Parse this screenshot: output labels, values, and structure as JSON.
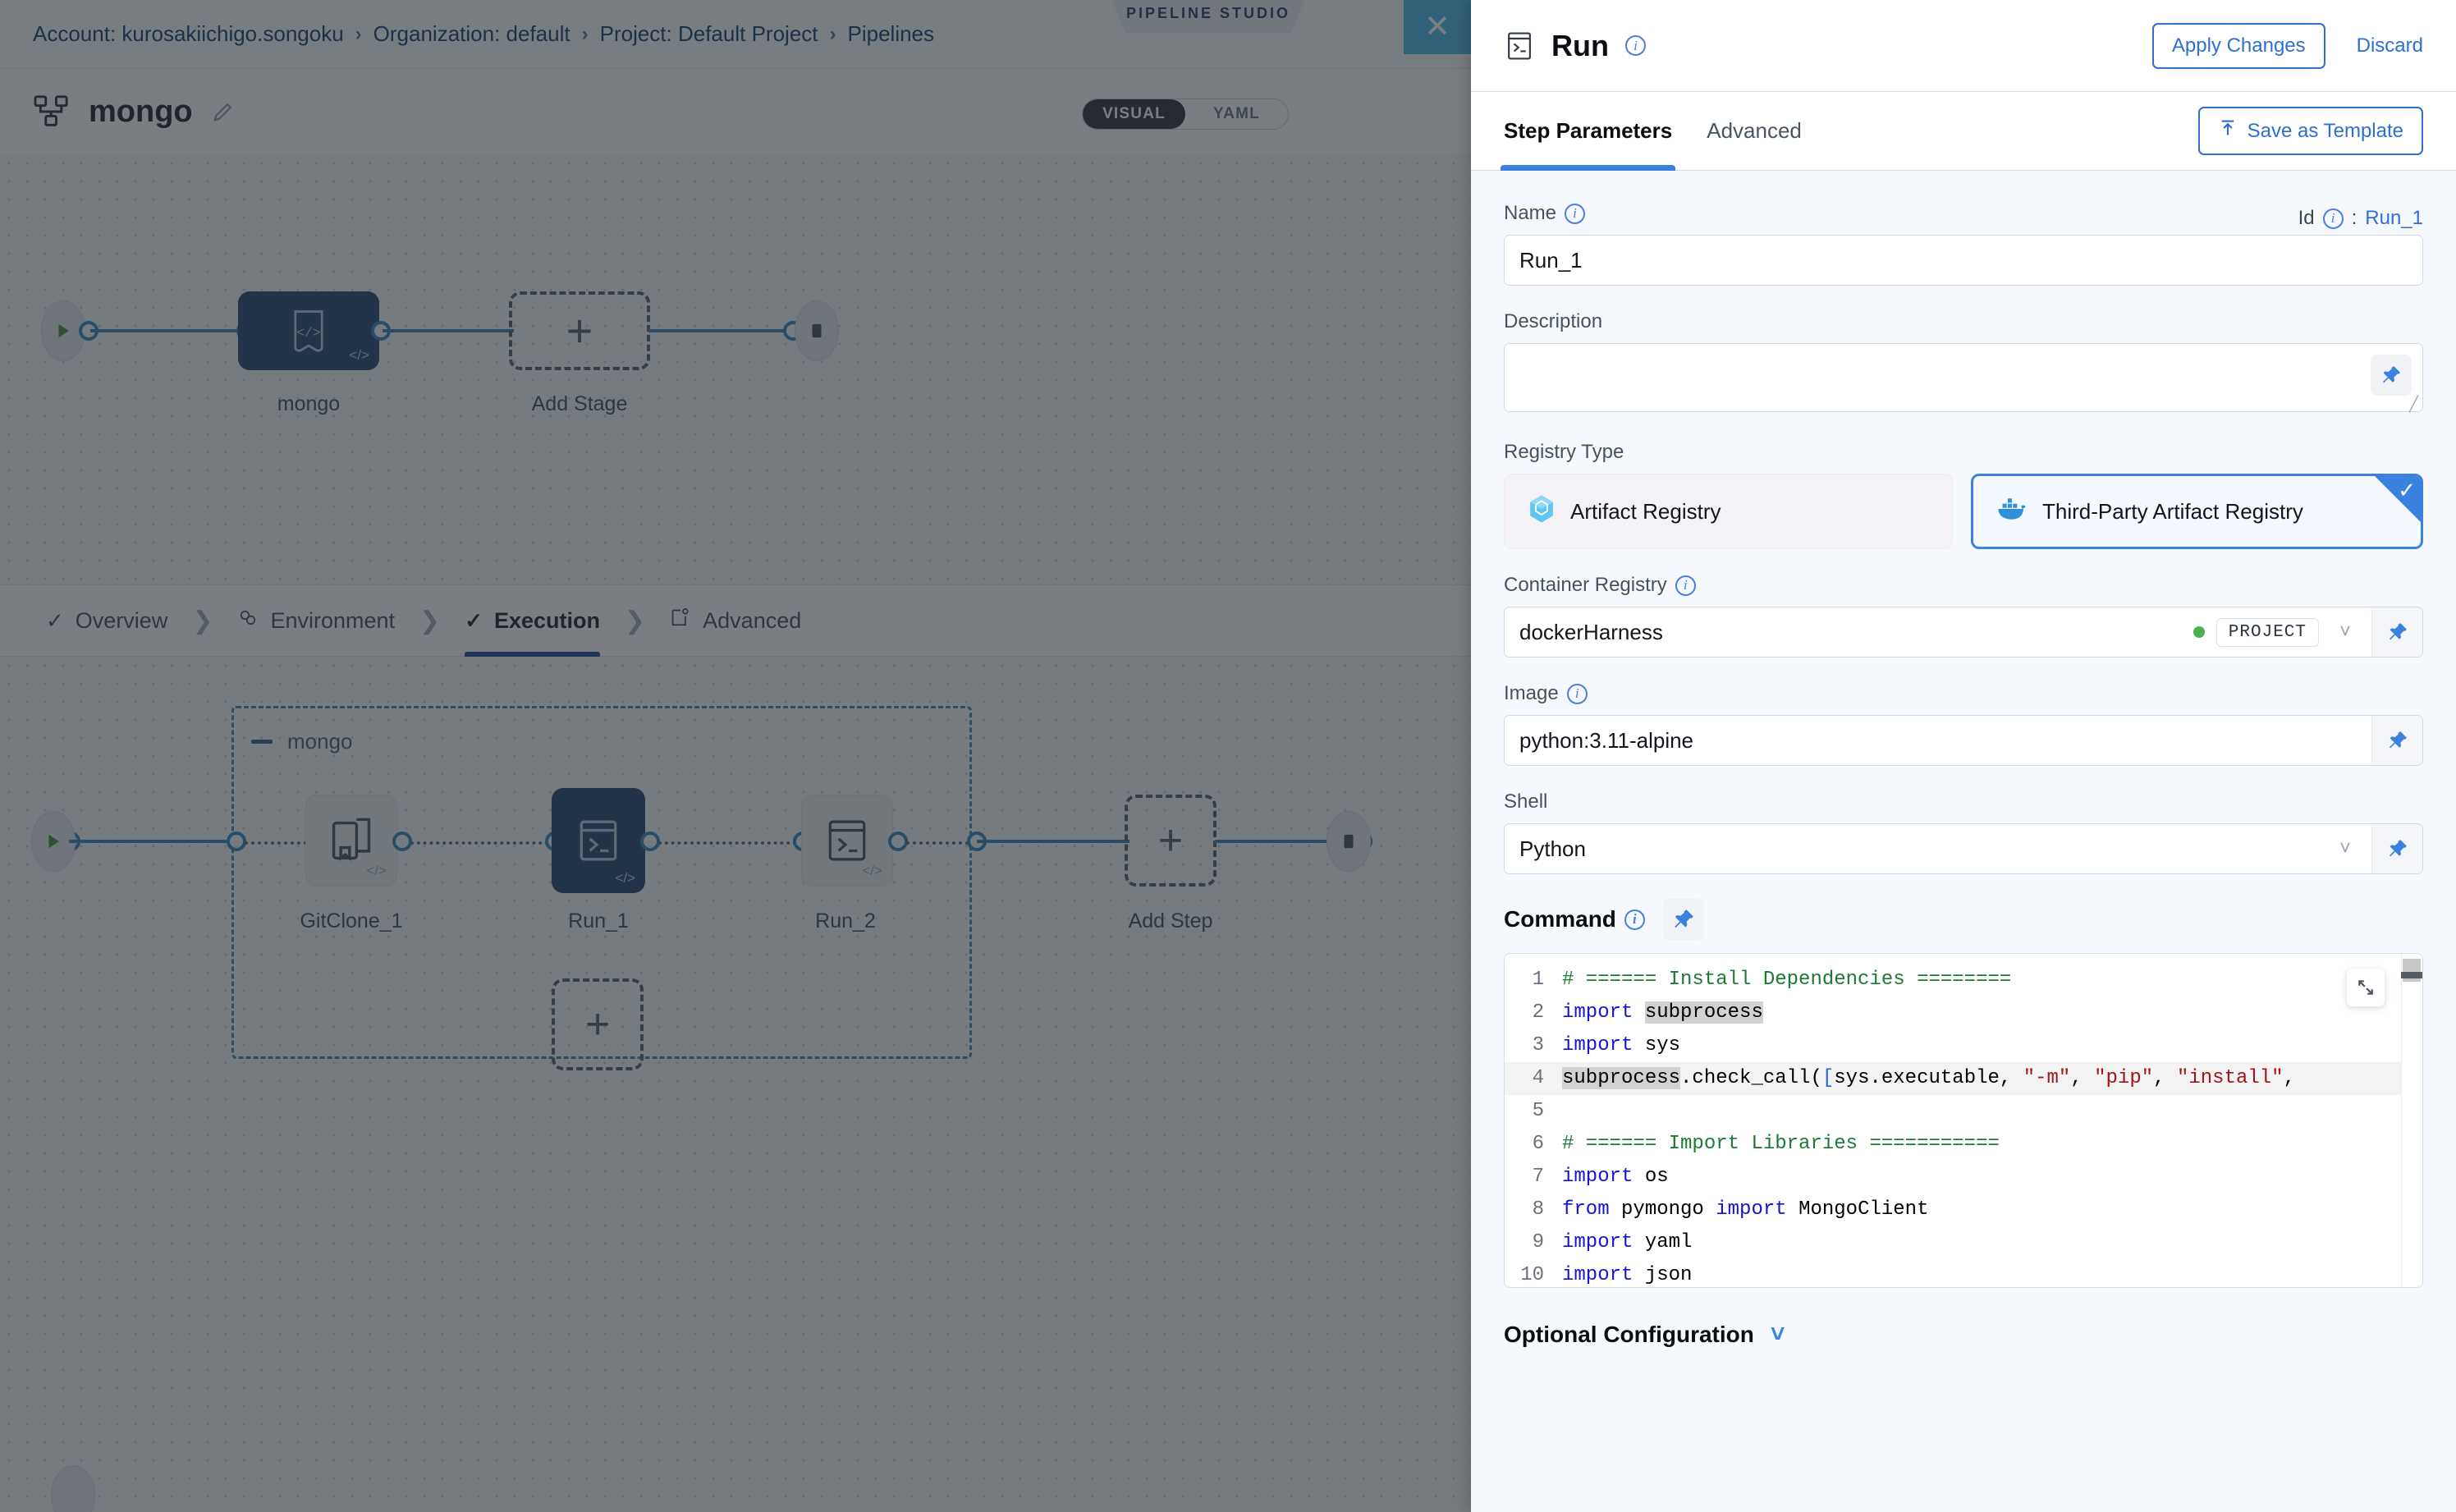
{
  "studio": {
    "breadcrumb": [
      {
        "label": "Account: kurosakiichigo.songoku"
      },
      {
        "label": "Organization: default"
      },
      {
        "label": "Project: Default Project"
      },
      {
        "label": "Pipelines"
      }
    ],
    "badge": "PIPELINE STUDIO",
    "close_label": "✕",
    "pipeline_name": "mongo",
    "view_toggle": {
      "visual": "VISUAL",
      "yaml": "YAML",
      "selected": "VISUAL"
    },
    "stage_graph": {
      "stage_label": "mongo",
      "add_stage_label": "Add Stage",
      "add_icon": "+"
    },
    "tabs": [
      {
        "label": "Overview",
        "icon": "check-icon",
        "active": false
      },
      {
        "label": "Environment",
        "icon": "environment-icon",
        "active": false
      },
      {
        "label": "Execution",
        "icon": "check-icon",
        "active": true
      },
      {
        "label": "Advanced",
        "icon": "advanced-icon",
        "active": false
      }
    ],
    "step_group": {
      "title": "mongo",
      "collapse_icon": "minus-icon"
    },
    "steps": [
      {
        "label": "GitClone_1",
        "icon": "git-clone-icon",
        "selected": false
      },
      {
        "label": "Run_1",
        "icon": "terminal-icon",
        "selected": true
      },
      {
        "label": "Run_2",
        "icon": "terminal-icon",
        "selected": false
      }
    ],
    "add_step_label": "Add Step",
    "add_step_icon": "+",
    "add_parallel_icon": "+"
  },
  "panel": {
    "title": "Run",
    "title_icon": "terminal-icon",
    "apply_label": "Apply Changes",
    "discard_label": "Discard",
    "tabs": [
      {
        "label": "Step Parameters",
        "active": true
      },
      {
        "label": "Advanced",
        "active": false
      }
    ],
    "save_template_label": "Save as Template",
    "save_template_icon": "upload-icon",
    "fields": {
      "name_label": "Name",
      "name_value": "Run_1",
      "id_label": "Id",
      "id_separator": ":",
      "id_value": "Run_1",
      "description_label": "Description",
      "description_value": "",
      "registry_type_label": "Registry Type",
      "registry_options": [
        {
          "label": "Artifact Registry",
          "icon": "harness-artifact-icon",
          "selected": false
        },
        {
          "label": "Third-Party Artifact Registry",
          "icon": "docker-icon",
          "selected": true
        }
      ],
      "container_registry_label": "Container Registry",
      "container_registry_value": "dockerHarness",
      "container_registry_scope": "PROJECT",
      "image_label": "Image",
      "image_value": "python:3.11-alpine",
      "shell_label": "Shell",
      "shell_value": "Python",
      "command_label": "Command",
      "optional_config_label": "Optional Configuration"
    },
    "command_code": [
      {
        "n": "1",
        "tokens": [
          {
            "t": "# ====== Install Dependencies ========",
            "c": "cmt"
          }
        ]
      },
      {
        "n": "2",
        "tokens": [
          {
            "t": "import ",
            "c": "kw"
          },
          {
            "t": "subprocess",
            "c": "hl"
          }
        ]
      },
      {
        "n": "3",
        "tokens": [
          {
            "t": "import ",
            "c": "kw"
          },
          {
            "t": "sys",
            "c": ""
          }
        ]
      },
      {
        "n": "4",
        "hlline": true,
        "tokens": [
          {
            "t": "subprocess",
            "c": "hl"
          },
          {
            "t": ".check_call(",
            "c": ""
          },
          {
            "t": "[",
            "c": "punct"
          },
          {
            "t": "sys.executable, ",
            "c": ""
          },
          {
            "t": "\"-m\"",
            "c": "str"
          },
          {
            "t": ", ",
            "c": ""
          },
          {
            "t": "\"pip\"",
            "c": "str"
          },
          {
            "t": ", ",
            "c": ""
          },
          {
            "t": "\"install\"",
            "c": "str"
          },
          {
            "t": ",",
            "c": ""
          }
        ]
      },
      {
        "n": "5",
        "tokens": [
          {
            "t": "",
            "c": ""
          }
        ]
      },
      {
        "n": "6",
        "tokens": [
          {
            "t": "# ====== Import Libraries ===========",
            "c": "cmt"
          }
        ]
      },
      {
        "n": "7",
        "tokens": [
          {
            "t": "import ",
            "c": "kw"
          },
          {
            "t": "os",
            "c": ""
          }
        ]
      },
      {
        "n": "8",
        "tokens": [
          {
            "t": "from ",
            "c": "kw"
          },
          {
            "t": "pymongo ",
            "c": ""
          },
          {
            "t": "import ",
            "c": "kw"
          },
          {
            "t": "MongoClient",
            "c": ""
          }
        ]
      },
      {
        "n": "9",
        "tokens": [
          {
            "t": "import ",
            "c": "kw"
          },
          {
            "t": "yaml",
            "c": ""
          }
        ]
      },
      {
        "n": "10",
        "tokens": [
          {
            "t": "import ",
            "c": "kw"
          },
          {
            "t": "json",
            "c": ""
          }
        ]
      }
    ]
  },
  "colors": {
    "accent_blue": "#3b82e0",
    "link_blue": "#2f6fd0",
    "node_selected": "#1c3a68",
    "wire": "#2a7fb5",
    "close_button": "#42b5ea",
    "scope_dot_green": "#4caf50",
    "panel_bg": "#f5f9fd"
  }
}
